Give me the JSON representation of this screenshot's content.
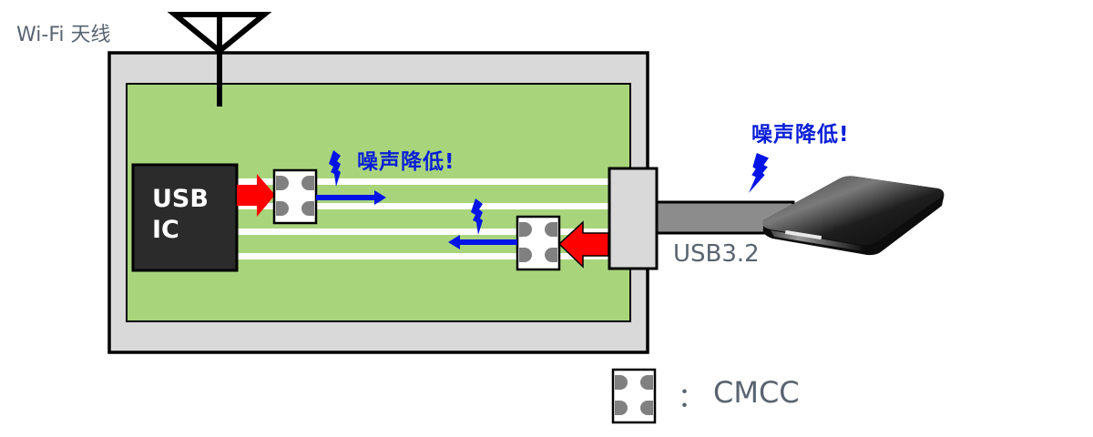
{
  "antenna": {
    "label": "Wi-Fi 天线",
    "icon": "antenna-icon"
  },
  "board": {
    "frame_color": "#d9d9d9",
    "pcb_color": "#a8d57c",
    "trace_color": "#ffffff",
    "traces_count": 4
  },
  "usb_ic": {
    "line1": "USB",
    "line2": "IC",
    "fill": "#2b2b2b"
  },
  "signals": {
    "outgoing": {
      "direction": "right",
      "color": "#ff0000",
      "filtered_color": "#0014e6"
    },
    "incoming": {
      "direction": "left",
      "color": "#ff0000",
      "filtered_color": "#0014e6"
    }
  },
  "noise_labels": [
    {
      "text": "噪声降低!"
    },
    {
      "text": "噪声降低!"
    }
  ],
  "cable": {
    "label": "USB3.2",
    "color": "#8c8c8c"
  },
  "device": {
    "icon": "external-hard-drive-icon"
  },
  "legend": {
    "separator": "：",
    "text": "CMCC",
    "icon": "cmcc-filter-icon"
  },
  "colors": {
    "noise_text": "#0a1fd8",
    "label_text": "#5a6470",
    "arrow_red": "#ff0000",
    "arrow_blue": "#0014e6"
  }
}
